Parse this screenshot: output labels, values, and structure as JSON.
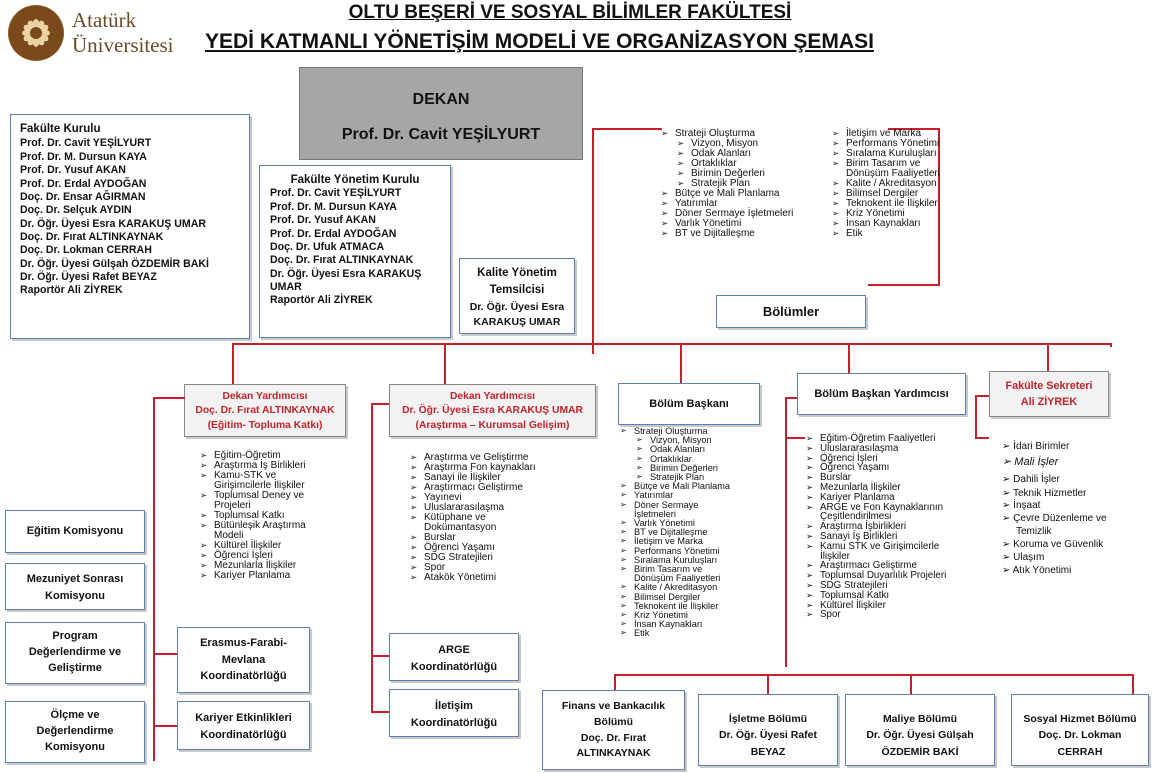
{
  "header": {
    "logo_line1": "Atatürk",
    "logo_line2": "Üniversitesi",
    "title1": "OLTU BEŞERİ VE SOSYAL BİLİMLER FAKÜLTESİ",
    "title2": "YEDİ KATMANLI YÖNETİŞİM MODELİ VE ORGANİZASYON ŞEMASI"
  },
  "dekan": {
    "title": "DEKAN",
    "name": "Prof. Dr. Cavit YEŞİLYURT"
  },
  "fakulte_kurulu": {
    "title": "Fakülte Kurulu",
    "members": [
      "Prof. Dr. Cavit YEŞİLYURT",
      "Prof. Dr. M. Dursun KAYA",
      "Prof. Dr. Yusuf AKAN",
      "Prof. Dr. Erdal AYDOĞAN",
      "Doç. Dr. Ensar AĞIRMAN",
      "Doç. Dr. Selçuk AYDIN",
      "Dr. Öğr. Üyesi Esra KARAKUŞ UMAR",
      "Doç. Dr. Fırat ALTINKAYNAK",
      "Doç. Dr. Lokman CERRAH",
      "Dr. Öğr. Üyesi Gülşah ÖZDEMİR BAKİ",
      "Dr. Öğr. Üyesi Rafet BEYAZ",
      "Raportör Ali ZİYREK"
    ]
  },
  "yonetim_kurulu": {
    "title": "Fakülte Yönetim Kurulu",
    "members": [
      "Prof. Dr. Cavit YEŞİLYURT",
      "Prof. Dr. M. Dursun KAYA",
      "Prof. Dr. Yusuf AKAN",
      "Prof. Dr. Erdal AYDOĞAN",
      "Doç. Dr. Ufuk ATMACA",
      "Doç. Dr. Fırat ALTINKAYNAK",
      "Dr. Öğr. Üyesi Esra KARAKUŞ",
      "UMAR",
      "Raportör Ali ZİYREK"
    ]
  },
  "kalite": {
    "line1": "Kalite Yönetim",
    "line2": "Temsilcisi",
    "line3": "Dr. Öğr. Üyesi Esra",
    "line4": "KARAKUŞ UMAR"
  },
  "strateji_left": [
    "Strateji Oluşturma",
    "Vizyon, Misyon",
    "Odak Alanları",
    "Ortaklıklar",
    "Birimin Değerleri",
    "Stratejik Plan",
    "Bütçe ve Mali Planlama",
    "Yatırımlar",
    "Döner Sermaye İşletmeleri",
    "Varlık Yönetimi",
    "BT ve Dijitalleşme"
  ],
  "strateji_right": [
    "İletişim ve Marka",
    "Performans Yönetimi",
    "Sıralama Kuruluşları",
    "Birim Tasarım ve",
    "Dönüşüm Faaliyetleri",
    "Kalite / Akreditasyon",
    "Bilimsel Dergiler",
    "Teknokent ile İlişkiler",
    "Kriz Yönetimi",
    "İnsan Kaynakları",
    "Etik"
  ],
  "bolumler": "Bölümler",
  "dy1": {
    "title": "Dekan Yardımcısı",
    "name": "Doç. Dr. Fırat ALTINKAYNAK",
    "area": "(Eğitim- Topluma Katkı)"
  },
  "dy1_list": [
    "Eğitim-Öğretim",
    "Araştırma İş Birlikleri",
    "Kamu-STK ve",
    "Girişimcilerle İlişkiler",
    "Toplumsal Deney ve",
    "Projeleri",
    "Toplumsal Katkı",
    "Bütünleşik Araştırma",
    "Modeli",
    "Kültürel İlişkiler",
    "Öğrenci İşleri",
    "Mezunlarla İlişkiler",
    "Kariyer Planlama"
  ],
  "dy2": {
    "title": "Dekan Yardımcısı",
    "name": "Dr. Öğr. Üyesi Esra KARAKUŞ UMAR",
    "area": "(Araştırma – Kurumsal Gelişim)"
  },
  "dy2_list": [
    "Araştırma ve Geliştirme",
    "Araştırma Fon kaynakları",
    "Sanayi ile İlişkiler",
    "Araştırmacı Geliştirme",
    "Yayınevi",
    "Uluslararasılaşma",
    "Kütüphane ve",
    "Dokümantasyon",
    "Burslar",
    "Öğrenci Yaşamı",
    "SDG Stratejileri",
    "Spor",
    "Atakök Yönetimi"
  ],
  "bolum_baskani": "Bölüm Başkanı",
  "bb_list": [
    "Strateji Oluşturma",
    "Vizyon, Misyon",
    "Odak Alanları",
    "Ortaklıklar",
    "Birimin Değerleri",
    "Stratejik Plan",
    "Bütçe ve Mali Planlama",
    "Yatırımlar",
    "Döner Sermaye",
    "İşletmeleri",
    "Varlık Yönetimi",
    "BT ve Dijitalleşme",
    "İletişim ve Marka",
    "Performans Yönetimi",
    "Sıralama Kuruluşları",
    "Birim Tasarım ve",
    "Dönüşüm Faaliyetleri",
    "Kalite / Akreditasyon",
    "Bilimsel Dergiler",
    "Teknokent ile İlişkiler",
    "Kriz Yönetimi",
    "İnsan Kaynakları",
    "Etik"
  ],
  "bby": "Bölüm Başkan Yardımcısı",
  "bby_list": [
    "Eğitim-Öğretim Faaliyetleri",
    "Uluslararasılaşma",
    "Öğrenci İşleri",
    "Öğrenci Yaşamı",
    "Burslar",
    "Mezunlarla İlişkiler",
    "Kariyer Planlama",
    "ARGE ve Fon Kaynaklarının",
    "Çeşitlendirilmesi",
    "Araştırma İşbirlikleri",
    "Sanayi İş Birlikleri",
    "Kamu STK ve Girişimcilerle",
    "İlişkiler",
    "Araştırmacı Geliştirme",
    "Toplumsal Duyarlılık Projeleri",
    "SDG Stratejileri",
    "Toplumsal Katkı",
    "Kültürel İlişkiler",
    "Spor"
  ],
  "sekreter": {
    "title": "Fakülte Sekreteri",
    "name": "Ali ZİYREK"
  },
  "sek_list": [
    "İdari Birimler",
    "Mali İşler",
    "Dahili İşler",
    "Teknik Hizmetler",
    "İnşaat",
    "Çevre Düzenleme ve",
    "Temizlik",
    "Koruma ve Güvenlik",
    "Ulaşım",
    "Atık Yönetimi"
  ],
  "komisyon": {
    "egitim": "Eğitim Komisyonu",
    "mezuniyet1": "Mezuniyet Sonrası",
    "mezuniyet2": "Komisyonu",
    "program1": "Program",
    "program2": "Değerlendirme ve",
    "program3": "Geliştirme",
    "olcme1": "Ölçme ve",
    "olcme2": "Değerlendirme",
    "olcme3": "Komisyonu"
  },
  "erasmus": {
    "l1": "Erasmus-Farabi-",
    "l2": "Mevlana",
    "l3": "Koordinatörlüğü"
  },
  "kariyer": {
    "l1": "Kariyer Etkinlikleri",
    "l2": "Koordinatörlüğü"
  },
  "arge": {
    "l1": "ARGE",
    "l2": "Koordinatörlüğü"
  },
  "iletisim": {
    "l1": "İletişim",
    "l2": "Koordinatörlüğü"
  },
  "bolum_list": {
    "finans": {
      "l1": "Finans ve Bankacılık",
      "l2": "Bölümü",
      "l3": "Doç. Dr. Fırat",
      "l4": "ALTINKAYNAK"
    },
    "isletme": {
      "l1": "İşletme Bölümü",
      "l2": "Dr. Öğr. Üyesi Rafet",
      "l3": "BEYAZ"
    },
    "maliye": {
      "l1": "Maliye Bölümü",
      "l2": "Dr. Öğr. Üyesi Gülşah",
      "l3": "ÖZDEMİR BAKİ"
    },
    "sosyal": {
      "l1": "Sosyal Hizmet Bölümü",
      "l2": "Doç. Dr. Lokman",
      "l3": "CERRAH"
    }
  }
}
